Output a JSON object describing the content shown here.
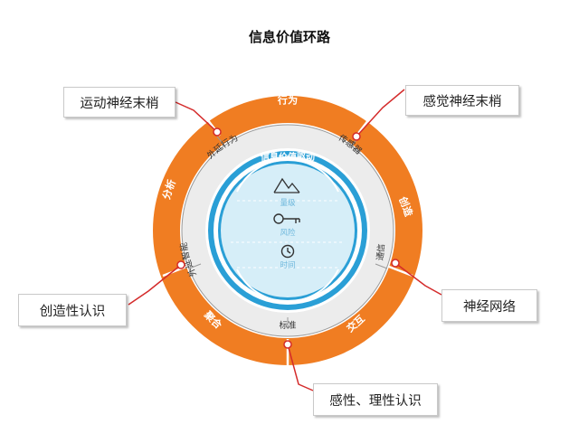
{
  "title": "信息价值环路",
  "outer_ring": {
    "segments": [
      {
        "key": "behavior",
        "label": "行为"
      },
      {
        "key": "create",
        "label": "创造"
      },
      {
        "key": "interact",
        "label": "交互"
      },
      {
        "key": "aggregate",
        "label": "聚合"
      },
      {
        "key": "analyze",
        "label": "分析"
      }
    ]
  },
  "middle_ring": {
    "segments": [
      {
        "key": "external_behavior",
        "label": "外延行为"
      },
      {
        "key": "sensor",
        "label": "传感器"
      },
      {
        "key": "communication",
        "label": "通信"
      },
      {
        "key": "standard",
        "label": "标准"
      },
      {
        "key": "external_intelligence",
        "label": "外延智能"
      }
    ]
  },
  "inner_circle": {
    "label": "信息价值驱动",
    "items": [
      {
        "icon": "mountain-icon",
        "label": "量级"
      },
      {
        "icon": "key-icon",
        "label": "风险"
      },
      {
        "icon": "clock-icon",
        "label": "时间"
      }
    ]
  },
  "callouts": {
    "motor_nerve": "运动神经末梢",
    "sensory_nerve": "感觉神经末梢",
    "creative_cognition": "创造性认识",
    "neural_network": "神经网络",
    "perceptual_rational": "感性、理性认识"
  },
  "colors": {
    "outer_ring": "#f07d22",
    "middle_ring": "#ececec",
    "inner_ring": "#2a9fd6",
    "inner_fill": "#d6eef8",
    "callout_line": "#d42b2b",
    "item_text": "#6fb8dc"
  }
}
